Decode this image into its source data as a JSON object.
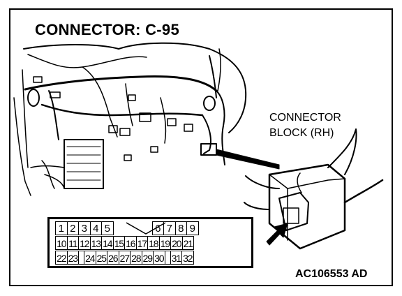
{
  "diagram": {
    "title": "CONNECTOR: C-95",
    "callout_line1": "CONNECTOR",
    "callout_line2": "BLOCK (RH)",
    "figure_code": "AC106553 AD"
  },
  "connector_pins": {
    "row1": [
      "1",
      "2",
      "3",
      "4",
      "5",
      "",
      "",
      "",
      "6",
      "7",
      "8",
      "9"
    ],
    "row2": [
      "10",
      "11",
      "12",
      "13",
      "14",
      "15",
      "16",
      "17",
      "18",
      "19",
      "20",
      "21"
    ],
    "row3": [
      "22",
      "23",
      "",
      "24",
      "25",
      "26",
      "27",
      "28",
      "29",
      "30",
      "",
      "31",
      "32"
    ]
  }
}
